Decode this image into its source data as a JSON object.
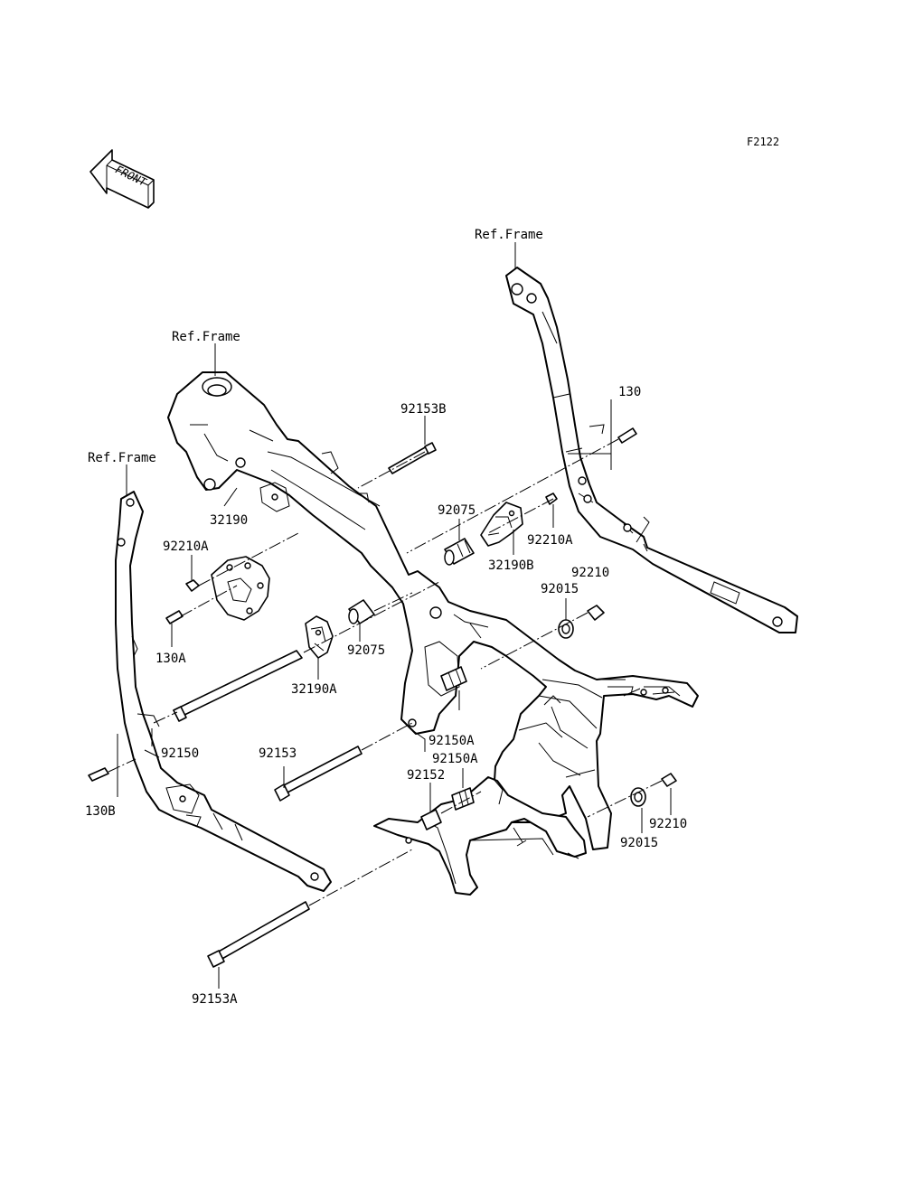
{
  "diagram_code": "F2122",
  "front_arrow": {
    "text": "FRONT",
    "icon": "front-arrow-icon"
  },
  "reference_labels": {
    "ref_frame_top": "Ref.Frame",
    "ref_frame_middle": "Ref.Frame",
    "ref_frame_left": "Ref.Frame"
  },
  "part_labels": {
    "p130": "130",
    "p92153B": "92153B",
    "p32190": "32190",
    "p92075_upper": "92075",
    "p92210A_left": "92210A",
    "p92210A_right": "92210A",
    "p32190B": "32190B",
    "p130A": "130A",
    "p92210_upper": "92210",
    "p92015_upper": "92015",
    "p92075_lower": "92075",
    "p32190A": "32190A",
    "p92150": "92150",
    "p92153": "92153",
    "p92150A_upper": "92150A",
    "p92150A_lower": "92150A",
    "p92152": "92152",
    "p130B": "130B",
    "p92210_lower": "92210",
    "p92015_lower": "92015",
    "p92153A": "92153A"
  }
}
